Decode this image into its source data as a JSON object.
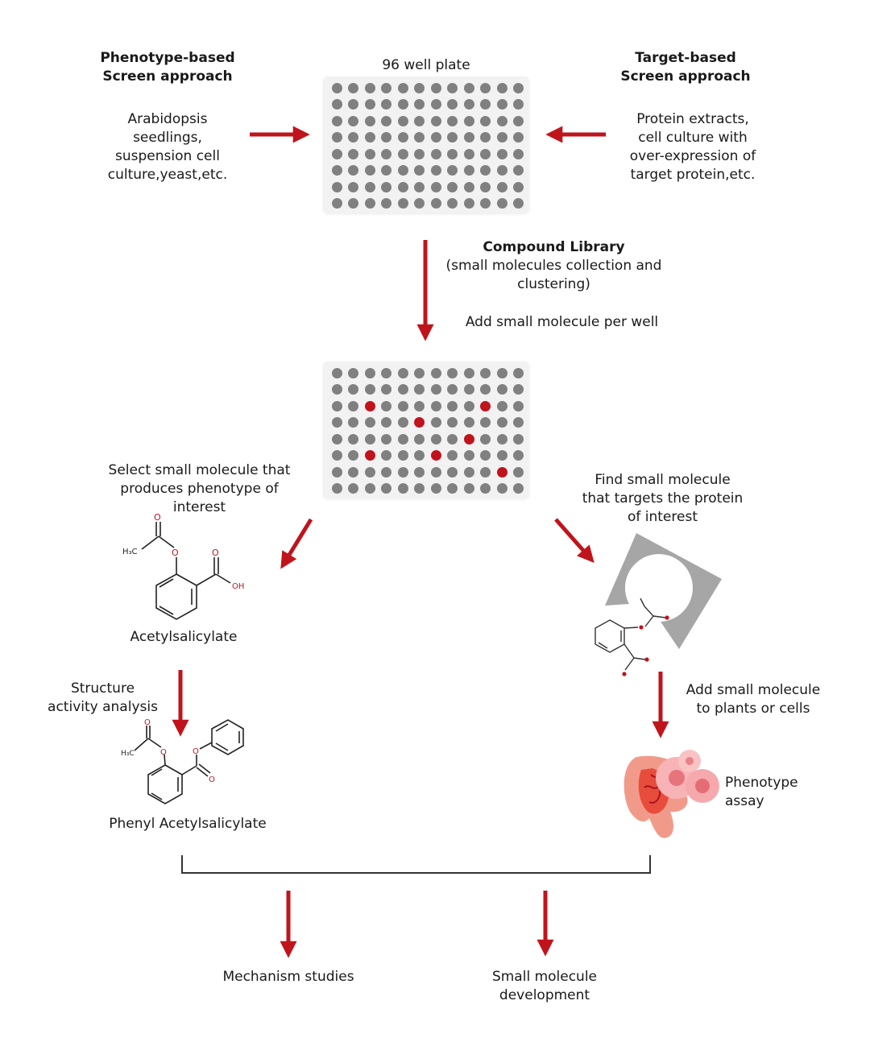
{
  "phenotype_approach": {
    "title": [
      "Phenotype-based",
      "Screen approach"
    ],
    "desc": [
      "Arabidopsis",
      "seedlings,",
      "suspension cell",
      "culture,yeast,etc."
    ]
  },
  "plate_label": "96 well plate",
  "target_approach": {
    "title": [
      "Target-based",
      "Screen approach"
    ],
    "desc": [
      "Protein extracts,",
      "cell culture with",
      "over-expression of",
      "target protein,etc."
    ]
  },
  "compound_library": {
    "title": "Compound Library",
    "desc": [
      "(small molecules collection and",
      "clustering)"
    ],
    "step": "Add small molecule per well"
  },
  "plate": {
    "rows": 8,
    "cols": 12,
    "hits": [
      [
        2,
        2
      ],
      [
        2,
        9
      ],
      [
        3,
        5
      ],
      [
        4,
        8
      ],
      [
        5,
        2
      ],
      [
        5,
        6
      ],
      [
        6,
        10
      ]
    ]
  },
  "select_phenotype": [
    "Select small molecule that",
    "produces phenotype of",
    "interest"
  ],
  "find_target": [
    "Find small molecule",
    "that targets the protein",
    "of interest"
  ],
  "molecule_1": {
    "name": "Acetylsalicylate",
    "atoms": {
      "h3c": "H₃C",
      "o1": "O",
      "o2": "O",
      "oh": "OH",
      "o3": "O"
    }
  },
  "structure_activity": [
    "Structure",
    "activity analysis"
  ],
  "molecule_2": {
    "name": "Phenyl Acetylsalicylate",
    "atoms": {
      "h3c": "H₃C",
      "o1": "O",
      "o2": "O",
      "o3": "O",
      "o4": "O"
    }
  },
  "add_to_plants": [
    "Add small molecule",
    "to plants or cells"
  ],
  "phenotype_assay": [
    "Phenotype",
    "assay"
  ],
  "outcomes": {
    "mechanism": "Mechanism studies",
    "development": [
      "Small molecule",
      "development"
    ]
  },
  "colors": {
    "arrow": "#c0141c",
    "well": "#808080",
    "plate": "#f2f2f2",
    "protein": "#a6a6a6",
    "bracket": "#333333"
  },
  "icons": {
    "protein_pocket": "protein-pocket-icon",
    "cell_cluster": "cell-cluster-icon"
  }
}
